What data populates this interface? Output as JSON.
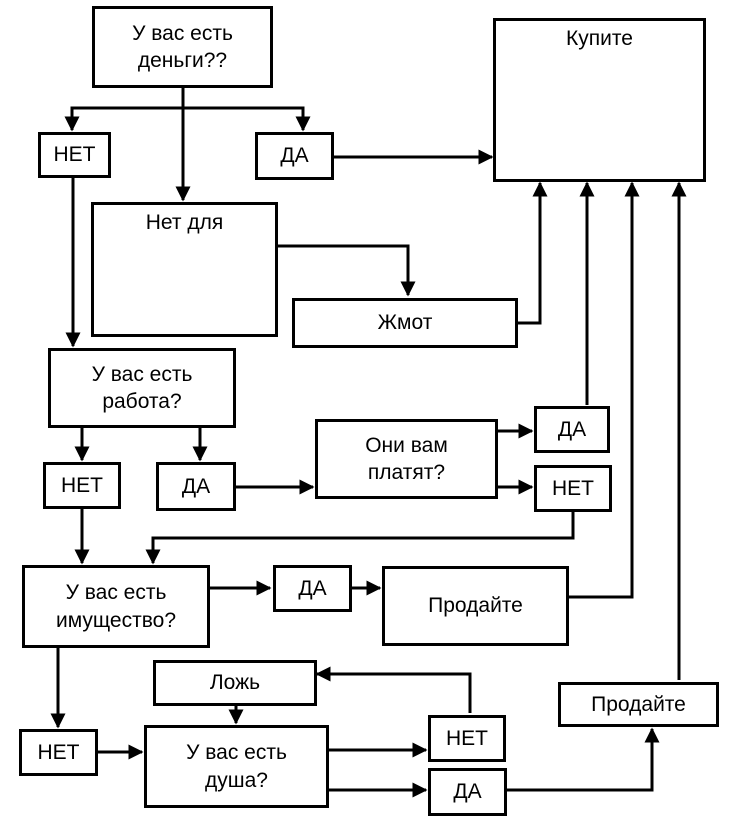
{
  "nodes": {
    "money_q": "У вас есть\nденьги??",
    "buy": "Купите",
    "no_1": "НЕТ",
    "yes_1": "ДА",
    "not_for": "Нет для",
    "miser": "Жмот",
    "job_q": "У вас есть\nработа?",
    "no_2": "НЕТ",
    "yes_2": "ДА",
    "pay_q": "Они вам\nплатят?",
    "yes_3": "ДА",
    "no_3": "НЕТ",
    "property_q": "У вас есть\nимущество?",
    "yes_4": "ДА",
    "sell_1": "Продайте",
    "lie": "Ложь",
    "no_4": "НЕТ",
    "soul_q": "У вас есть\nдуша?",
    "no_5": "НЕТ",
    "yes_5": "ДА",
    "sell_2": "Продайте"
  }
}
